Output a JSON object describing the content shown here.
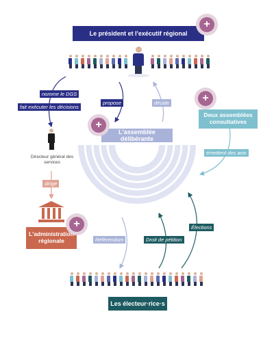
{
  "president_box": {
    "label": "Le président et l'exécutif régional"
  },
  "assembly_box": {
    "label": "L'assemblée délibérante"
  },
  "consultative_box": {
    "label": "Deux assemblées consultatives"
  },
  "administration_box": {
    "label": "L'administration régionale"
  },
  "voters_box": {
    "label": "Les électeur·rice·s"
  },
  "dgs": {
    "label": "Directeur général des services"
  },
  "tags": {
    "nomme": "nomme le DGS",
    "fait_executer": "fait exécuter les décisions",
    "propose": "propose",
    "decide": "décide",
    "emettent": "émettent des avis",
    "dirige": "dirige",
    "referendum": "Référendum",
    "petition": "Droit de pétition",
    "elections": "Élections"
  },
  "plus_symbol": "+",
  "colors": {
    "navy": "#2a2f86",
    "assembly_blue": "#a9b3d9",
    "consult_blue": "#7fc0cf",
    "admin_red": "#c9684f",
    "teal": "#1d5b61",
    "plus_purple": "#a76591",
    "plus_ring": "#e4d3de"
  }
}
